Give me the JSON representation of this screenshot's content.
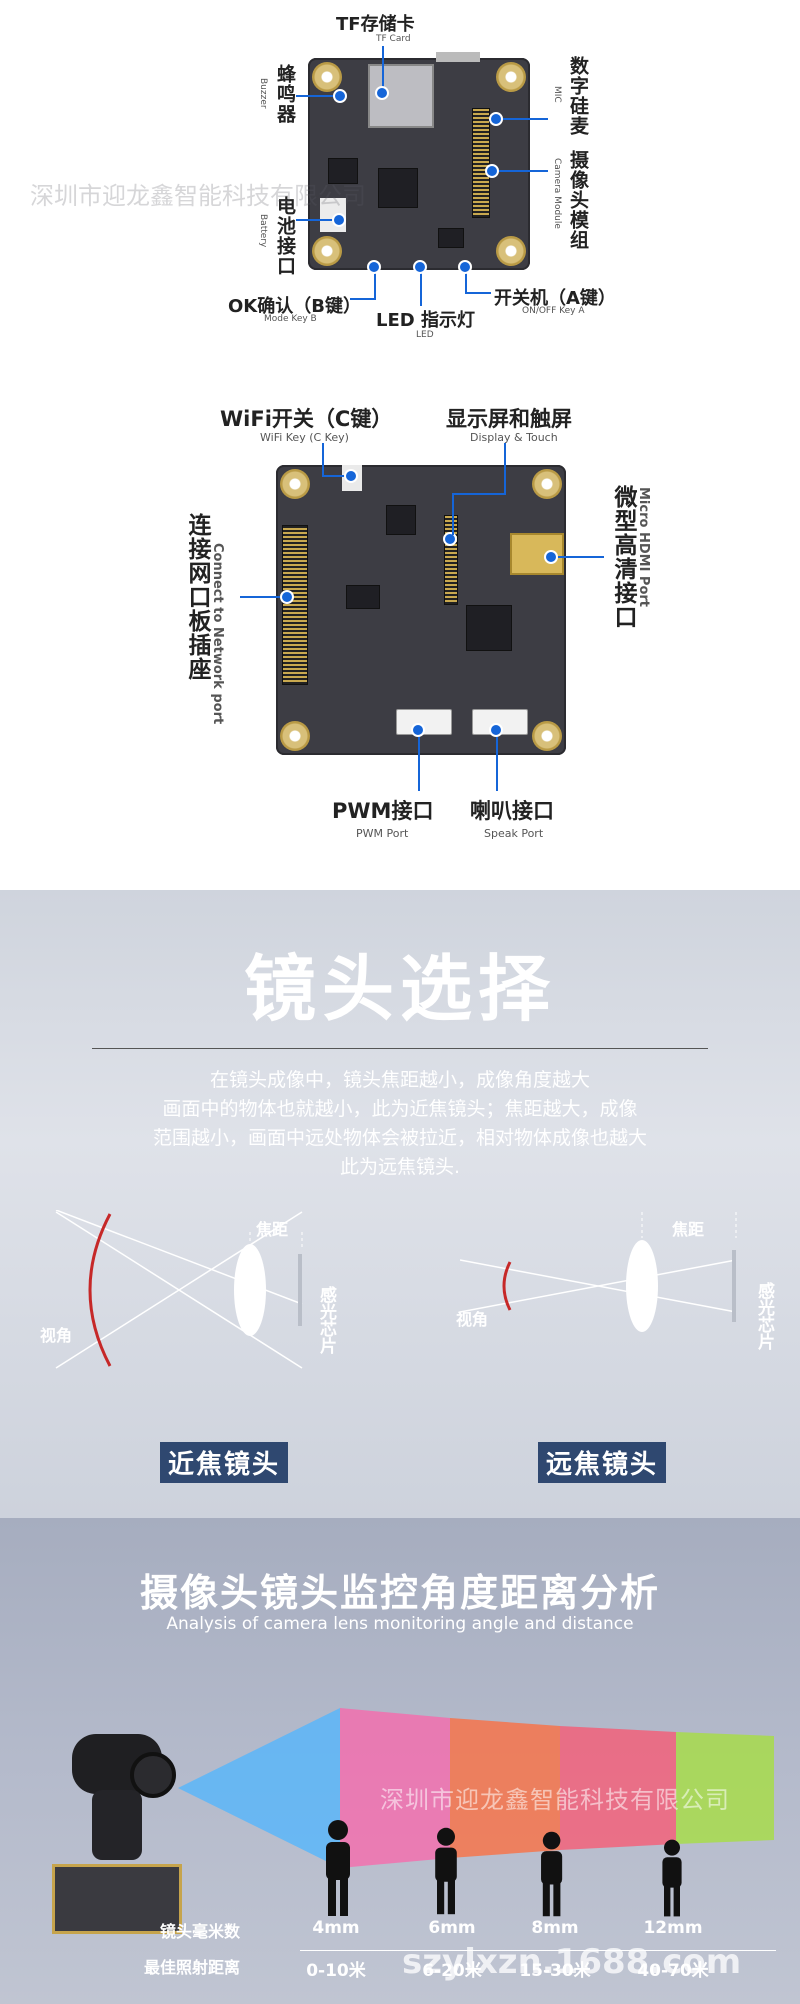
{
  "board1": {
    "tf_card_cn": "TF存储卡",
    "tf_card_en": "TF Card",
    "buzzer_cn": "蜂鸣器",
    "buzzer_en": "Buzzer",
    "mic_cn": "数字硅麦",
    "mic_en": "MIC",
    "camera_module_cn": "摄像头模组",
    "camera_module_en": "Camera Module",
    "battery_cn": "电池接口",
    "battery_en": "Battery",
    "ok_key_cn": "OK确认（B键）",
    "ok_key_en": "Mode Key B",
    "led_cn": "LED 指示灯",
    "led_en": "LED",
    "power_key_cn": "开关机（A键）",
    "power_key_en": "ON/OFF  Key A",
    "watermark": "深圳市迎龙鑫智能科技有限公司"
  },
  "board2": {
    "wifi_key_cn": "WiFi开关（C键）",
    "wifi_key_en": "WiFi Key   (C Key)",
    "display_cn": "显示屏和触屏",
    "display_en": "Display & Touch",
    "hdmi_cn": "微型高清接口",
    "hdmi_en": "Micro HDMI Port",
    "network_cn": "连接网口板插座",
    "network_en": "Connect to Network port",
    "pwm_cn": "PWM接口",
    "pwm_en": "PWM Port",
    "speaker_cn": "喇叭接口",
    "speaker_en": "Speak Port"
  },
  "lens": {
    "title": "镜头选择",
    "desc_line1": "在镜头成像中，镜头焦距越小，成像角度越大",
    "desc_line2": "画面中的物体也就越小，此为近焦镜头；焦距越大，成像",
    "desc_line3": "范围越小，画面中远处物体会被拉近，相对物体成像也越大",
    "desc_line4": "此为远焦镜头.",
    "focal_length": "焦距",
    "view_angle": "视角",
    "sensor": "感光芯片",
    "near_label": "近焦镜头",
    "far_label": "远焦镜头"
  },
  "analysis": {
    "title": "摄像头镜头监控角度距离分析",
    "subtitle": "Analysis of camera lens monitoring angle and distance",
    "watermark": "深圳市迎龙鑫智能科技有限公司",
    "row1_label": "镜头毫米数",
    "row2_label": "最佳照射距离",
    "focal": [
      "4mm",
      "6mm",
      "8mm",
      "12mm"
    ],
    "distance": [
      "0-10米",
      "6-20米",
      "15-30米",
      "40-70米"
    ],
    "site_watermark": "szylxzn.1688.com",
    "colors": [
      "#4fb6ff",
      "#ff5fa8",
      "#ff6b3a",
      "#ff4f6a",
      "#a6e03a"
    ]
  }
}
